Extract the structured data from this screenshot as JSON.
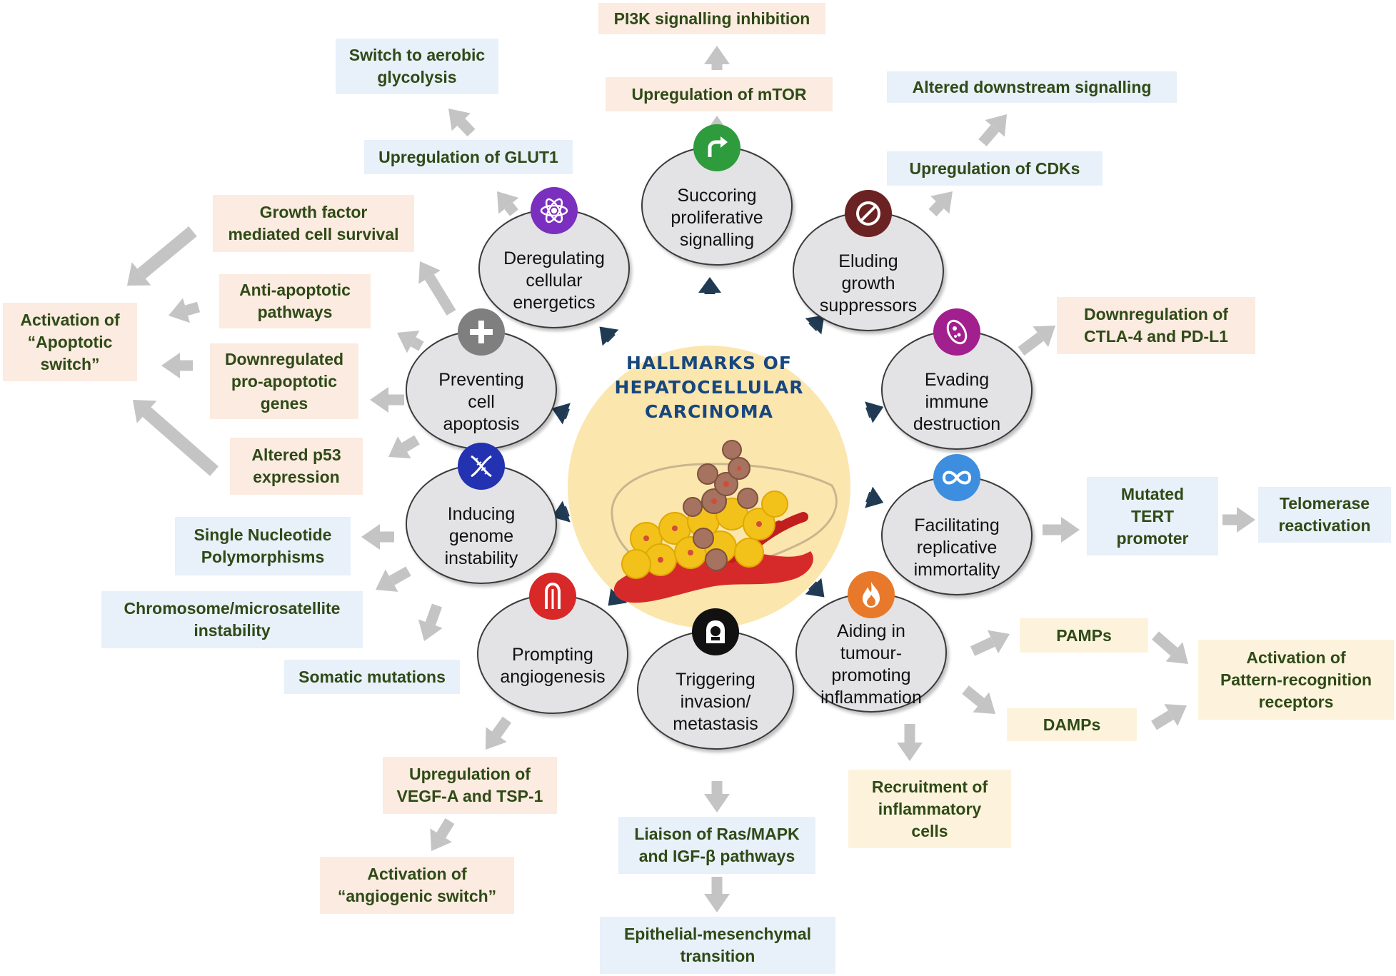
{
  "center": {
    "title": "HALLMARKS OF\nHEPATOCELLULAR\nCARCINOMA",
    "illustration_icon": "liver-tumour-illustration"
  },
  "colors": {
    "box_blue": "#e8f0f9",
    "box_orange": "#fcebe0",
    "box_yellow": "#fdf3dc",
    "box_text": "#2f4a17",
    "hallmark_fill": "#e3e3e6",
    "center_fill": "#fbe6ad",
    "center_title": "#17477e",
    "arrow_gray": "#c4c4c4",
    "connector_dark": "#1f3a52"
  },
  "hallmarks": [
    {
      "id": "succoring",
      "label": "Succoring\nproliferative\nsignalling",
      "icon": "turn-arrow-icon",
      "icon_color": "#2e9b3d"
    },
    {
      "id": "energetics",
      "label": "Deregulating\ncellular\nenergetics",
      "icon": "atom-icon",
      "icon_color": "#7b2fbe"
    },
    {
      "id": "eluding",
      "label": "Eluding\ngrowth\nsuppressors",
      "icon": "prohibited-icon",
      "icon_color": "#6b2222"
    },
    {
      "id": "apoptosis",
      "label": "Preventing\ncell\napoptosis",
      "icon": "plus-icon",
      "icon_color": "#7f7f7f"
    },
    {
      "id": "immune",
      "label": "Evading\nimmune\ndestruction",
      "icon": "cell-icon",
      "icon_color": "#a21f8e"
    },
    {
      "id": "genome",
      "label": "Inducing\ngenome\ninstability",
      "icon": "dna-icon",
      "icon_color": "#2232b0"
    },
    {
      "id": "immortality",
      "label": "Facilitating\nreplicative\nimmortality",
      "icon": "infinity-icon",
      "icon_color": "#3d8ede"
    },
    {
      "id": "angiogenesis",
      "label": "Prompting\nangiogenesis",
      "icon": "vessel-icon",
      "icon_color": "#d82828"
    },
    {
      "id": "invasion",
      "label": "Triggering\ninvasion/\nmetastasis",
      "icon": "tombstone-icon",
      "icon_color": "#111111"
    },
    {
      "id": "inflammation",
      "label": "Aiding in\ntumour-\npromoting\ninflammation",
      "icon": "fire-icon",
      "icon_color": "#e8792b"
    }
  ],
  "boxes": [
    {
      "id": "pi3k",
      "text": "PI3K signalling inhibition",
      "color": "orange"
    },
    {
      "id": "mtor",
      "text": "Upregulation of mTOR",
      "color": "orange"
    },
    {
      "id": "aerobic",
      "text": "Switch to aerobic\nglycolysis",
      "color": "blue"
    },
    {
      "id": "glut1",
      "text": "Upregulation of GLUT1",
      "color": "blue"
    },
    {
      "id": "downstream",
      "text": "Altered downstream signalling",
      "color": "blue"
    },
    {
      "id": "cdks",
      "text": "Upregulation of CDKs",
      "color": "blue"
    },
    {
      "id": "growth-factor",
      "text": "Growth factor\nmediated cell survival",
      "color": "orange"
    },
    {
      "id": "anti-apoptotic",
      "text": "Anti-apoptotic\npathways",
      "color": "orange"
    },
    {
      "id": "apoptotic-switch",
      "text": "Activation of\n“Apoptotic\nswitch”",
      "color": "orange"
    },
    {
      "id": "pro-apoptotic",
      "text": "Downregulated\npro-apoptotic\ngenes",
      "color": "orange"
    },
    {
      "id": "p53",
      "text": "Altered p53\nexpression",
      "color": "orange"
    },
    {
      "id": "ctla4",
      "text": "Downregulation of\nCTLA-4 and PD-L1",
      "color": "orange"
    },
    {
      "id": "snp",
      "text": "Single Nucleotide\nPolymorphisms",
      "color": "blue"
    },
    {
      "id": "chromosome",
      "text": "Chromosome/microsatellite\ninstability",
      "color": "blue"
    },
    {
      "id": "somatic",
      "text": "Somatic mutations",
      "color": "blue"
    },
    {
      "id": "tert",
      "text": "Mutated\nTERT\npromoter",
      "color": "blue"
    },
    {
      "id": "telomerase",
      "text": "Telomerase\nreactivation",
      "color": "blue"
    },
    {
      "id": "pamps",
      "text": "PAMPs",
      "color": "yellow"
    },
    {
      "id": "damps",
      "text": "DAMPs",
      "color": "yellow"
    },
    {
      "id": "prr",
      "text": "Activation of\nPattern-recognition\nreceptors",
      "color": "yellow"
    },
    {
      "id": "recruitment",
      "text": "Recruitment of\ninflammatory\ncells",
      "color": "yellow"
    },
    {
      "id": "vegf",
      "text": "Upregulation of\nVEGF-A and TSP-1",
      "color": "orange"
    },
    {
      "id": "angiogenic-switch",
      "text": "Activation of\n“angiogenic switch”",
      "color": "orange"
    },
    {
      "id": "ras",
      "text": "Liaison of Ras/MAPK\nand IGF-β pathways",
      "color": "blue"
    },
    {
      "id": "emt",
      "text": "Epithelial-mesenchymal\ntransition",
      "color": "blue"
    }
  ]
}
